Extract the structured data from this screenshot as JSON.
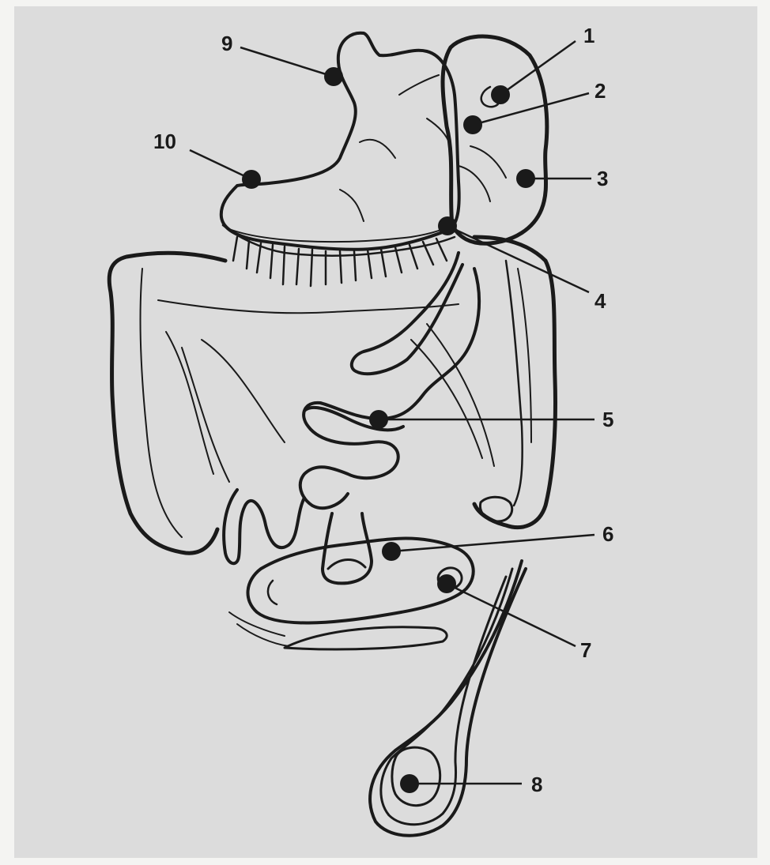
{
  "colors": {
    "background": "#dcdcdc",
    "ink": "#1a1a1a",
    "paper": "#f4f4f2"
  },
  "labels": {
    "l1": "1",
    "l2": "2",
    "l3": "3",
    "l4": "4",
    "l5": "5",
    "l6": "6",
    "l7": "7",
    "l8": "8",
    "l9": "9",
    "l10": "10"
  }
}
